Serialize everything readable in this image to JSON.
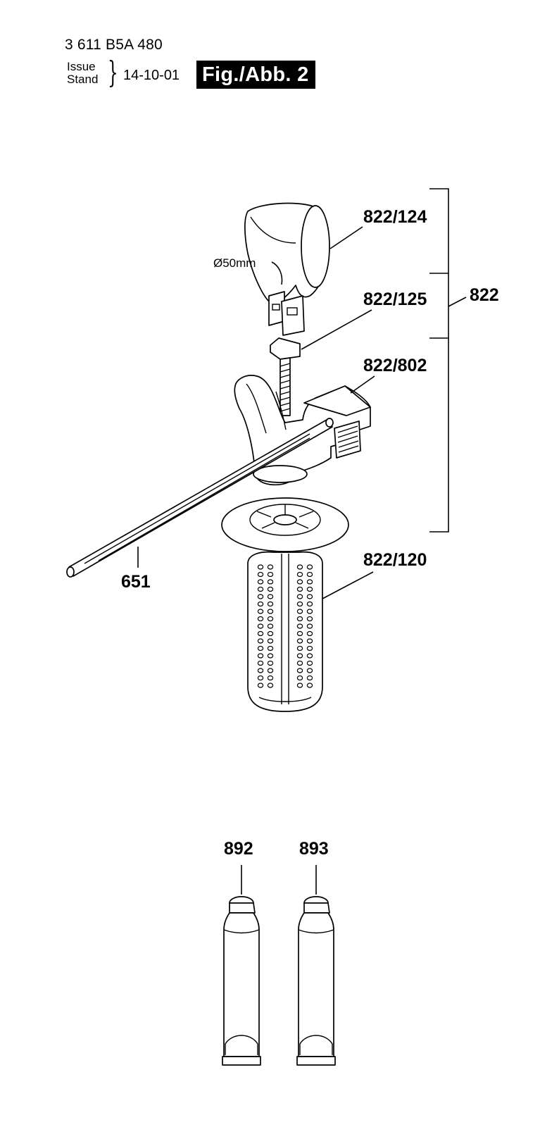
{
  "header": {
    "doc_number": "3 611 B5A 480",
    "issue_label": "Issue",
    "stand_label": "Stand",
    "brace": "}",
    "date": "14-10-01",
    "figure_label": "Fig./Abb. 2"
  },
  "diagram": {
    "diameter_label": "Ø50mm",
    "callouts": {
      "c822_124": "822/124",
      "c822_125": "822/125",
      "c822_802": "822/802",
      "c822": "822",
      "c822_120": "822/120",
      "c651": "651",
      "c892": "892",
      "c893": "893"
    }
  }
}
